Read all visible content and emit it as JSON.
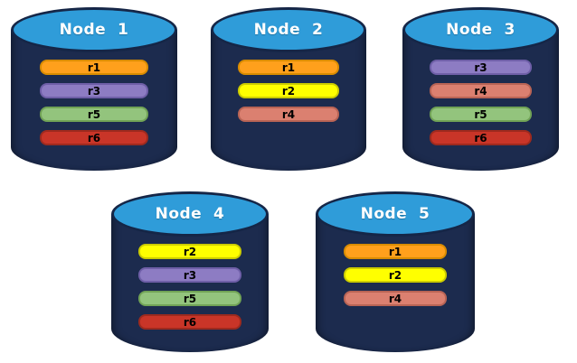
{
  "colors": {
    "background": "#FFFFFF",
    "cylinder_body": "#1C2B4E",
    "cylinder_top": "#2F9CD9",
    "cylinder_outline": "#152647",
    "node_label_text": "#FFFFFF",
    "replica_label_text": "#000000"
  },
  "replica_palette": {
    "r1": {
      "fill": "#FFA01C",
      "border": "#D98C00"
    },
    "r2": {
      "fill": "#FFFF00",
      "border": "#CCCC00"
    },
    "r3": {
      "fill": "#8D7CC3",
      "border": "#6F5FA8"
    },
    "r4": {
      "fill": "#DB8070",
      "border": "#B96455"
    },
    "r5": {
      "fill": "#93C47D",
      "border": "#71A356"
    },
    "r6": {
      "fill": "#C93528",
      "border": "#9E2A1E"
    }
  },
  "nodes": [
    {
      "name": "Node  1",
      "replicas": [
        {
          "label": "r1",
          "color": "#FFA01C",
          "border": "#D98C00"
        },
        {
          "label": "r3",
          "color": "#8D7CC3",
          "border": "#6F5FA8"
        },
        {
          "label": "r5",
          "color": "#93C47D",
          "border": "#71A356"
        },
        {
          "label": "r6",
          "color": "#C93528",
          "border": "#9E2A1E"
        }
      ]
    },
    {
      "name": "Node  2",
      "replicas": [
        {
          "label": "r1",
          "color": "#FFA01C",
          "border": "#D98C00"
        },
        {
          "label": "r2",
          "color": "#FFFF00",
          "border": "#CCCC00"
        },
        {
          "label": "r4",
          "color": "#DB8070",
          "border": "#B96455"
        }
      ]
    },
    {
      "name": "Node  3",
      "replicas": [
        {
          "label": "r3",
          "color": "#8D7CC3",
          "border": "#6F5FA8"
        },
        {
          "label": "r4",
          "color": "#DB8070",
          "border": "#B96455"
        },
        {
          "label": "r5",
          "color": "#93C47D",
          "border": "#71A356"
        },
        {
          "label": "r6",
          "color": "#C93528",
          "border": "#9E2A1E"
        }
      ]
    },
    {
      "name": "Node  4",
      "replicas": [
        {
          "label": "r2",
          "color": "#FFFF00",
          "border": "#CCCC00"
        },
        {
          "label": "r3",
          "color": "#8D7CC3",
          "border": "#6F5FA8"
        },
        {
          "label": "r5",
          "color": "#93C47D",
          "border": "#71A356"
        },
        {
          "label": "r6",
          "color": "#C93528",
          "border": "#9E2A1E"
        }
      ]
    },
    {
      "name": "Node  5",
      "replicas": [
        {
          "label": "r1",
          "color": "#FFA01C",
          "border": "#D98C00"
        },
        {
          "label": "r2",
          "color": "#FFFF00",
          "border": "#CCCC00"
        },
        {
          "label": "r4",
          "color": "#DB8070",
          "border": "#B96455"
        }
      ]
    }
  ]
}
